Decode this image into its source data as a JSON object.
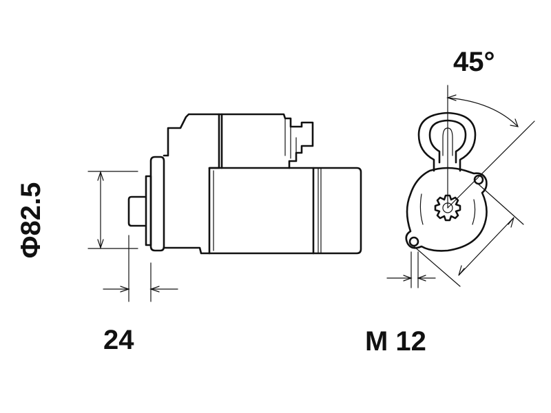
{
  "labels": {
    "angle": "45°",
    "flange_width": "24",
    "diameter": "Φ82.5",
    "thread": "M 12"
  }
}
